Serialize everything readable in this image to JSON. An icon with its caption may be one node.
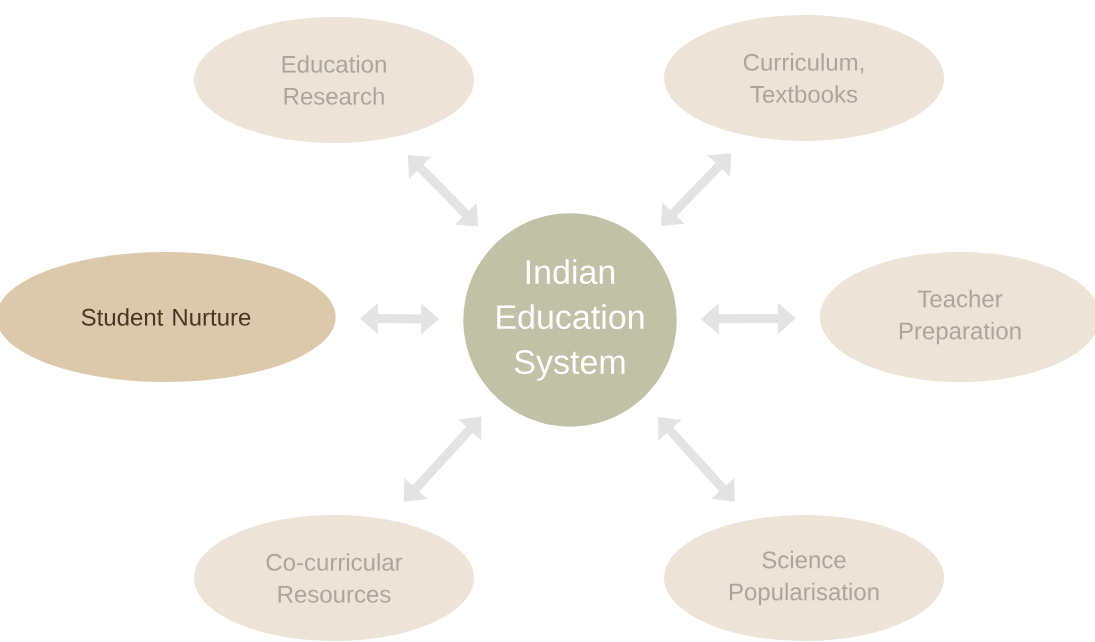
{
  "diagram": {
    "nodes": [
      {
        "text": [
          "Education Research"
        ]
      },
      {
        "text": [
          "Curriculum, Textbooks"
        ]
      },
      {
        "text": [
          "Student Nurture"
        ]
      },
      {
        "text": [
          "Indian Education System"
        ]
      },
      {
        "text": [
          "Teacher Preparation"
        ]
      },
      {
        "text": [
          "Co-curricular Resources"
        ]
      },
      {
        "text": [
          "Science Popularisation"
        ]
      }
    ],
    "edges": [
      {
        "from": 3,
        "to": 0,
        "arrow": "both"
      },
      {
        "from": 3,
        "to": 1,
        "arrow": "both"
      },
      {
        "from": 3,
        "to": 2,
        "arrow": "both"
      },
      {
        "from": 3,
        "to": 4,
        "arrow": "both"
      },
      {
        "from": 3,
        "to": 5,
        "arrow": "both"
      },
      {
        "from": 3,
        "to": 6,
        "arrow": "both"
      }
    ]
  }
}
